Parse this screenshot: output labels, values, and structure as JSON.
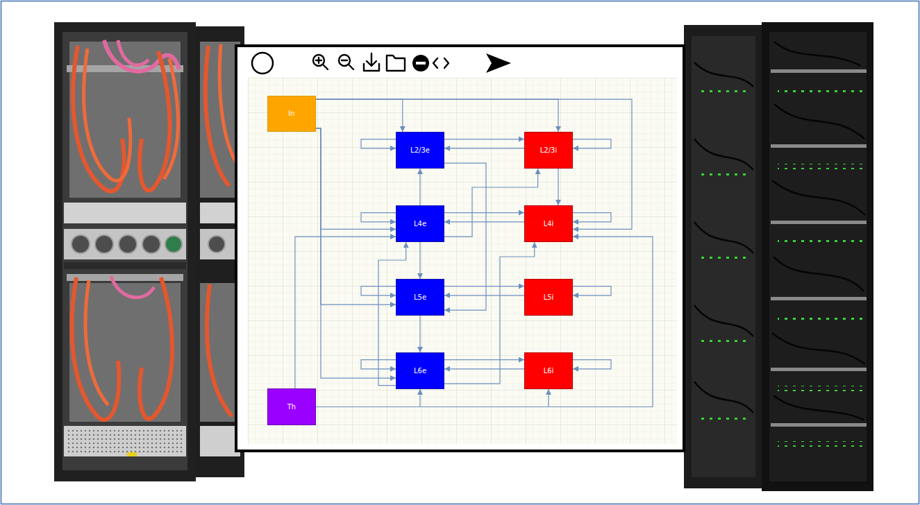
{
  "diagram": {
    "nodes": [
      {
        "text": [
          "In"
        ]
      },
      {
        "text": [
          "L2/3e"
        ]
      },
      {
        "text": [
          "L2/3i"
        ]
      },
      {
        "text": [
          "L4e"
        ]
      },
      {
        "text": [
          "L4i"
        ]
      },
      {
        "text": [
          "L5e"
        ]
      },
      {
        "text": [
          "L5i"
        ]
      },
      {
        "text": [
          "L6e"
        ]
      },
      {
        "text": [
          "L6i"
        ]
      },
      {
        "text": [
          "Th"
        ]
      }
    ],
    "edges": [
      {
        "from": 0,
        "to": 1,
        "arrow": "to"
      },
      {
        "from": 0,
        "to": 2,
        "arrow": "to"
      },
      {
        "from": 0,
        "to": 4,
        "arrow": "to"
      },
      {
        "from": 0,
        "to": 3,
        "arrow": "to"
      },
      {
        "from": 0,
        "to": 5,
        "arrow": "to"
      },
      {
        "from": 0,
        "to": 7,
        "arrow": "to"
      },
      {
        "from": 9,
        "to": 3,
        "arrow": "to"
      },
      {
        "from": 9,
        "to": 7,
        "arrow": "to"
      },
      {
        "from": 9,
        "to": 8,
        "arrow": "to"
      },
      {
        "from": 9,
        "to": 4,
        "arrow": "to"
      },
      {
        "from": 1,
        "to": 1,
        "arrow": "to"
      },
      {
        "from": 3,
        "to": 3,
        "arrow": "to"
      },
      {
        "from": 5,
        "to": 5,
        "arrow": "to"
      },
      {
        "from": 7,
        "to": 7,
        "arrow": "to"
      },
      {
        "from": 2,
        "to": 2,
        "arrow": "to"
      },
      {
        "from": 4,
        "to": 4,
        "arrow": "to"
      },
      {
        "from": 6,
        "to": 6,
        "arrow": "to"
      },
      {
        "from": 8,
        "to": 8,
        "arrow": "to"
      },
      {
        "from": 1,
        "to": 2,
        "arrow": "to"
      },
      {
        "from": 2,
        "to": 1,
        "arrow": "to"
      },
      {
        "from": 3,
        "to": 4,
        "arrow": "to"
      },
      {
        "from": 4,
        "to": 3,
        "arrow": "to"
      },
      {
        "from": 5,
        "to": 6,
        "arrow": "to"
      },
      {
        "from": 6,
        "to": 5,
        "arrow": "to"
      },
      {
        "from": 7,
        "to": 8,
        "arrow": "to"
      },
      {
        "from": 8,
        "to": 7,
        "arrow": "to"
      },
      {
        "from": 3,
        "to": 1,
        "arrow": "to"
      },
      {
        "from": 3,
        "to": 5,
        "arrow": "to"
      },
      {
        "from": 5,
        "to": 7,
        "arrow": "to"
      },
      {
        "from": 1,
        "to": 5,
        "arrow": "to"
      },
      {
        "from": 3,
        "to": 2,
        "arrow": "to"
      },
      {
        "from": 7,
        "to": 3,
        "arrow": "to"
      },
      {
        "from": 7,
        "to": 4,
        "arrow": "to"
      },
      {
        "from": 2,
        "to": 4,
        "arrow": "to"
      }
    ]
  }
}
